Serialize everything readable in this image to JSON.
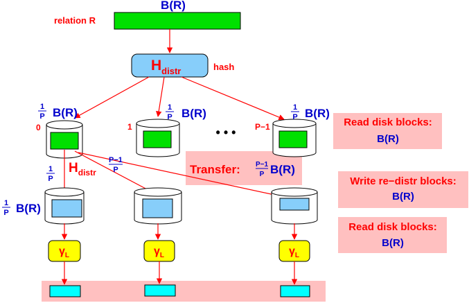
{
  "top": {
    "input_size": "B(R)",
    "relation_label": "relation R",
    "hash_symbol": "H",
    "hash_subscript": "distr",
    "hash_label": "hash"
  },
  "partitions": {
    "size_fraction_num": "1",
    "size_fraction_den": "P",
    "size_label": "B(R)",
    "index_first": "0",
    "index_second": "1",
    "index_last": "P−1",
    "ellipsis": "•  •  •"
  },
  "redistribute": {
    "hash_symbol": "H",
    "hash_subscript": "distr",
    "frac_local_num": "1",
    "frac_local_den": "P",
    "frac_remote_num": "P−1",
    "frac_remote_den": "P"
  },
  "second_level": {
    "size_fraction_num": "1",
    "size_fraction_den": "P",
    "size_label": "B(R)"
  },
  "operator": {
    "symbol": "γ",
    "subscript": "L"
  },
  "annotations": {
    "transfer_prefix": "Transfer:",
    "transfer_num": "P−1",
    "transfer_den": "P",
    "transfer_suffix": "B(R)",
    "read1_title": "Read disk blocks:",
    "read1_value": "B(R)",
    "write_title": "Write re−distr blocks:",
    "write_value": "B(R)",
    "read2_title": "Read disk blocks:",
    "read2_value": "B(R)"
  },
  "colors": {
    "green": "#00e000",
    "light_blue": "#87cefa",
    "yellow": "#ffff00",
    "cyan": "#00ffff",
    "pink": "#ffc0c0",
    "red": "#ff0000",
    "blue": "#0000cc"
  }
}
